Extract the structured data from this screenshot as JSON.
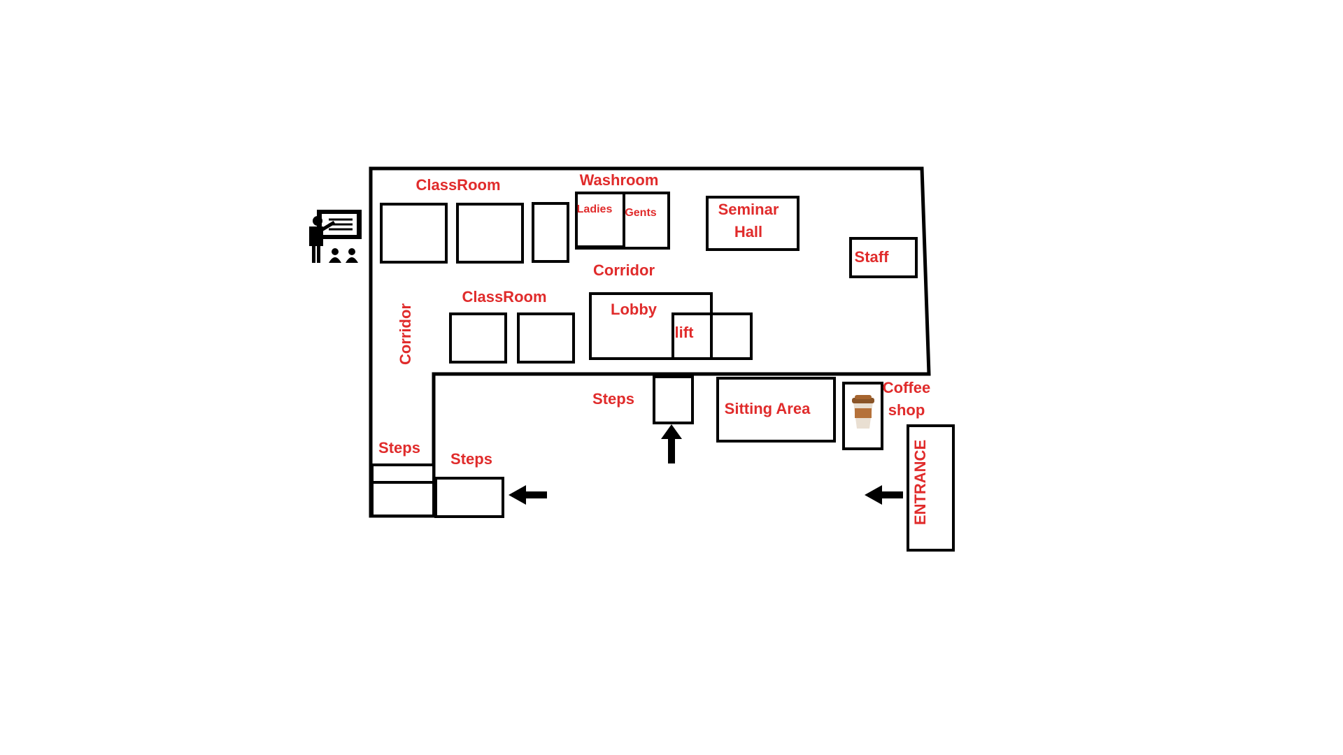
{
  "colors": {
    "label": "#e02b2b",
    "line": "#000000",
    "background": "#ffffff"
  },
  "icons": {
    "teacher": "teacher-board-icon",
    "coffee": "coffee-cup-icon"
  },
  "labels": {
    "classroom_top": "ClassRoom",
    "washroom": "Washroom",
    "ladies": "Ladies",
    "gents": "Gents",
    "seminar_line1": "Seminar",
    "seminar_line2": "Hall",
    "staff": "Staff",
    "corridor_top": "Corridor",
    "classroom_mid": "ClassRoom",
    "lobby": "Lobby",
    "lift": "lift",
    "corridor_left": "Corridor",
    "steps_center": "Steps",
    "sitting_area": "Sitting Area",
    "coffee_line1": "Coffee",
    "coffee_line2": "shop",
    "entrance": "ENTRANCE",
    "steps_left": "Steps",
    "steps_bottom": "Steps"
  }
}
